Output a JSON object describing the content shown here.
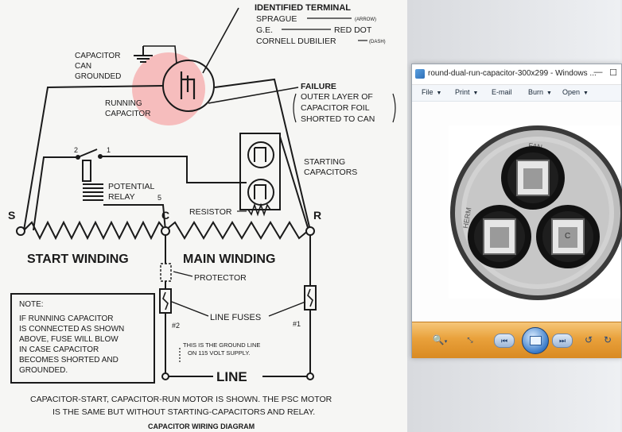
{
  "diagram": {
    "identified_terminal": "IDENTIFIED TERMINAL",
    "sprague": "SPRAGUE",
    "sprague_mark": "(ARROW)",
    "ge": "G.E.",
    "ge_mark": "RED DOT",
    "cornell": "CORNELL DUBILIER",
    "cornell_mark": "(DASH)",
    "capacitor_grounded": [
      "CAPACITOR",
      "CAN",
      "GROUNDED"
    ],
    "running_capacitor": [
      "RUNNING",
      "CAPACITOR"
    ],
    "failure": [
      "FAILURE",
      "OUTER LAYER OF",
      "CAPACITOR FOIL",
      "SHORTED TO CAN"
    ],
    "starting_capacitors": [
      "STARTING",
      "CAPACITORS"
    ],
    "potential_relay": [
      "POTENTIAL",
      "RELAY"
    ],
    "relay_terminals": [
      "2",
      "1",
      "5"
    ],
    "resistor": "RESISTOR",
    "terminal_s": "S",
    "terminal_c": "C",
    "terminal_r": "R",
    "start_winding": "START WINDING",
    "main_winding": "MAIN WINDING",
    "protector": "PROTECTOR",
    "line_fuses": "LINE FUSES",
    "fuse_2": "#2",
    "fuse_1": "#1",
    "ground_line_note": [
      "THIS IS THE GROUND LINE",
      "ON 115 VOLT SUPPLY."
    ],
    "line": "LINE",
    "note": [
      "NOTE:",
      "IF RUNNING CAPACITOR",
      "IS CONNECTED AS SHOWN",
      "ABOVE, FUSE WILL BLOW",
      "IN CASE CAPACITOR",
      "BECOMES SHORTED AND",
      "GROUNDED."
    ],
    "caption": [
      "CAPACITOR-START, CAPACITOR-RUN MOTOR IS SHOWN. THE PSC MOTOR",
      "IS THE SAME BUT WITHOUT STARTING-CAPACITORS AND RELAY."
    ],
    "footer": "CAPACITOR WIRING DIAGRAM"
  },
  "viewer": {
    "title": "round-dual-run-capacitor-300x299 - Windows ...",
    "minimize_glyph": "—",
    "maximize_glyph": "☐",
    "menu": [
      {
        "label": "File"
      },
      {
        "label": "Print"
      },
      {
        "label": "E-mail"
      },
      {
        "label": "Burn"
      },
      {
        "label": "Open"
      }
    ],
    "photo_labels": {
      "fan": "FAN",
      "herm": "HERM",
      "common": "C"
    },
    "toolbar_icons": [
      "zoom-icon",
      "fit-icon",
      "previous-icon",
      "slideshow-icon",
      "next-icon",
      "rotate-left-icon",
      "rotate-right-icon"
    ]
  },
  "colors": {
    "highlight": "#f6b3b3",
    "toolbar": "#e9a13b",
    "ink": "#1a1a1a"
  }
}
